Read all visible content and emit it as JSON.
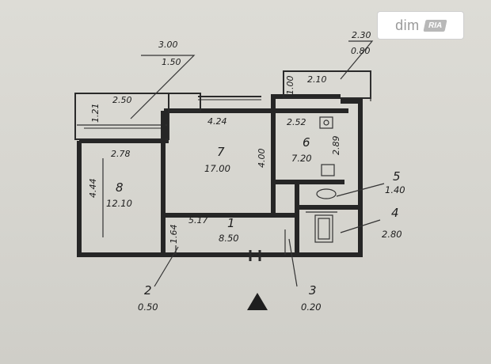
{
  "watermark": {
    "brand": "dim",
    "badge": "RIA"
  },
  "rooms": [
    {
      "number": "1",
      "area": "8.50"
    },
    {
      "number": "2",
      "area": "0.50"
    },
    {
      "number": "3",
      "area": "0.20"
    },
    {
      "number": "4",
      "area": "2.80"
    },
    {
      "number": "5",
      "area": "1.40"
    },
    {
      "number": "6",
      "area": "7.20"
    },
    {
      "number": "7",
      "area": "17.00"
    },
    {
      "number": "8",
      "area": "12.10"
    }
  ],
  "balconies": [
    {
      "number": "3.00",
      "area": "1.50"
    },
    {
      "number": "2.30",
      "area": "0.80"
    }
  ],
  "dimensions": {
    "balcony_left_len": "2.50",
    "balcony_left_depth": "1.21",
    "balcony_right_len": "2.10",
    "balcony_right_depth": "1.00",
    "room7_width": "4.24",
    "room7_depth": "4.00",
    "room8_width": "2.78",
    "room8_depth": "4.44",
    "room6_width": "2.52",
    "room6_depth": "2.89",
    "hall_width": "5.17",
    "hall_depth": "1.64"
  }
}
